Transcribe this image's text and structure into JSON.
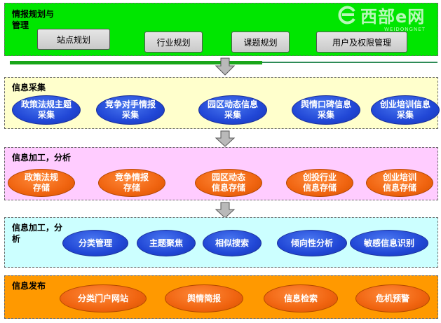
{
  "layers": {
    "planning": {
      "title": "情报规划与\n管理",
      "buttons": [
        "站点规划",
        "行业规划",
        "课题规划",
        "用户及权限管理"
      ]
    },
    "collection": {
      "title": "信息采集",
      "nodes": [
        "政策法规主题\n采集",
        "竞争对手情报\n采集",
        "园区动态信息\n采集",
        "舆情口碑信息\n采集",
        "创业培训信息\n采集"
      ]
    },
    "storage": {
      "title": "信息加工，分析",
      "nodes": [
        "政策法规\n存储",
        "竞争情报\n存储",
        "园区动态\n信息存储",
        "创投行业\n信息存储",
        "创业培训\n信息存储"
      ]
    },
    "analysis": {
      "title": "信息加工，分\n析",
      "nodes": [
        "分类管理",
        "主题聚焦",
        "相似搜索",
        "倾向性分析",
        "敏感信息识别"
      ]
    },
    "publish": {
      "title": "信息发布",
      "nodes": [
        "分类门户网站",
        "舆情简报",
        "信息检索",
        "危机预警"
      ]
    }
  },
  "watermark": {
    "brand": "西部e网",
    "sub": "WEIDONGNET"
  },
  "colors": {
    "planning_bg": "#00e600",
    "collection_bg": "#ffffcc",
    "storage_bg": "#ffccff",
    "analysis_bg": "#ccffff",
    "publish_bg": "#ff9900",
    "blue_node": "#2147d6",
    "orange_node": "#f06410"
  }
}
